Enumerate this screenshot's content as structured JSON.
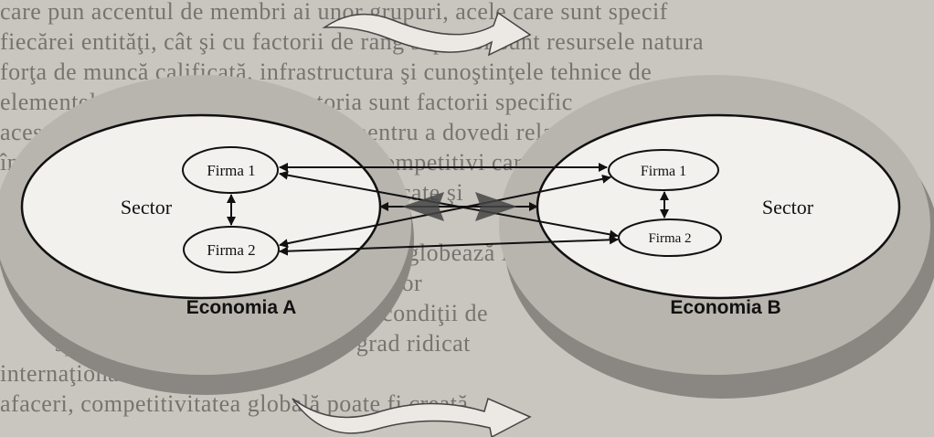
{
  "background_text": [
    "care pun accentul de membri ai unor grupuri, acele care sunt specif",
    "fiecărei entităţi, cât şi cu factorii de rang superior sunt resursele natura",
    "forţa de muncă calificată, infrastructura şi cunoştinţele tehnice de ",
    "elementele naţionale, cultura, istoria sunt factorii specific",
    "acestor economii, modelul a apărut pentru a dovedi relaţia",
    "între modelele de strategie şi factorii competitivi care",
    "fundamentul competitivităţii pot fi explicate şi",
    "",
    "Lumea industrială contemporană înglobează întreprinderi competitive",
    "competitivitate în rândul ţărilor",
    "pieţe internaţionale şi servicii în condiţii de",
    "specializare noi presupune un grad ridicat",
    "internaţionale, fără protecţie",
    "afaceri, competitivitatea globală poate fi creată"
  ],
  "diagram": {
    "economy_a": {
      "title": "Economia A",
      "sector_label": "Sector",
      "firm_1": "Firma 1",
      "firm_2": "Firma 2"
    },
    "economy_b": {
      "title": "Economia B",
      "sector_label": "Sector",
      "firm_1": "Firma 1",
      "firm_2": "Firma 2"
    }
  },
  "colors": {
    "paper": "#c9c5bf",
    "ring_shadow": "#8a8783",
    "ring": "#b8b4ae",
    "ellipse_fill": "#f3f1ee",
    "stroke": "#111111"
  }
}
